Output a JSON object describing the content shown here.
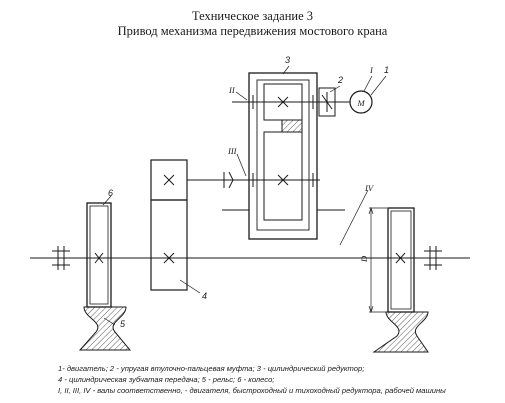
{
  "title": "Техническое задание 3",
  "subtitle": "Привод механизма передвижения мостового крана",
  "labels": {
    "n1": "1",
    "n2": "2",
    "n3": "3",
    "n4": "4",
    "n5": "5",
    "n6": "6",
    "r1": "I",
    "r2": "II",
    "r3": "III",
    "r4": "IV",
    "motor": "M",
    "d": "D"
  },
  "legend": {
    "line1": "1- двигатель; 2 - упругая втулочно-пальцевая муфта; 3 - цилиндрический редуктор;",
    "line2": "4 - цилиндрическая зубчатая передача; 5 - рельс; 6 - колесо;",
    "line3": "I, II, III, IV - валы соответственно, - двигателя, быстроходный и тихоходный редуктора, рабочей машины"
  }
}
